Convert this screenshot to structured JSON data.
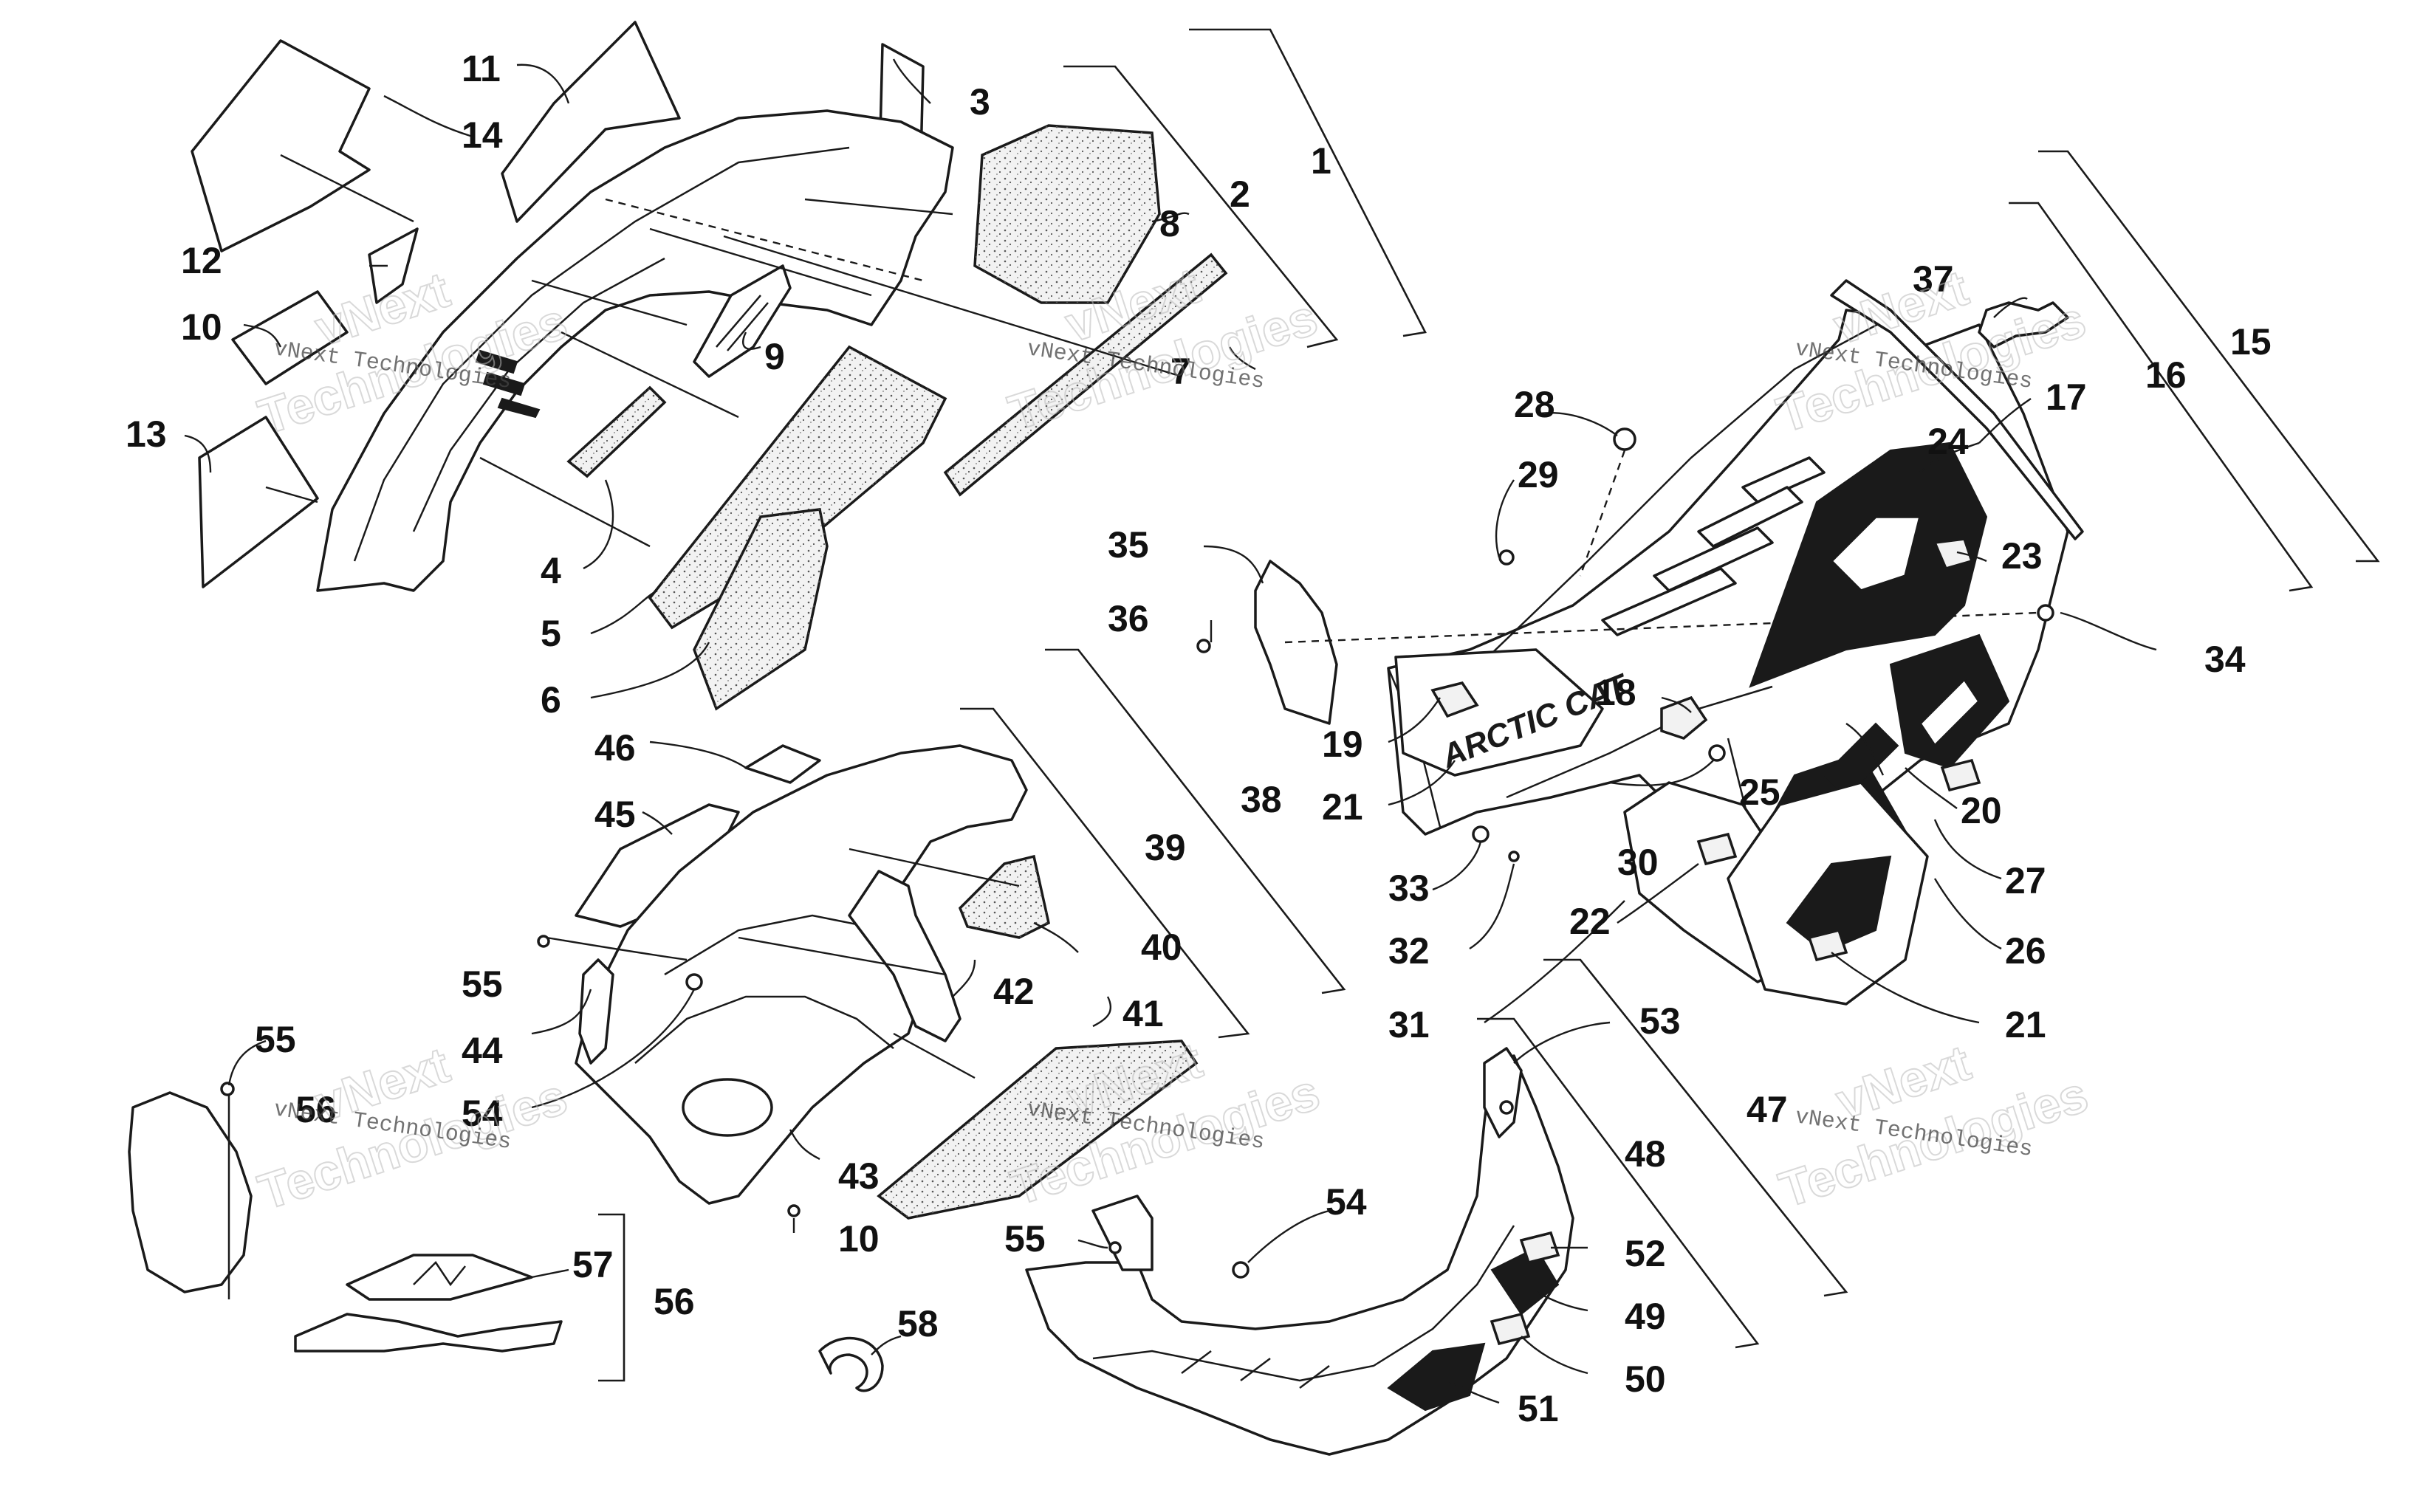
{
  "diagram": {
    "brand_mark": "ARCTIC CAT",
    "watermark": {
      "company": "vNext Technologies",
      "line1": "vNext",
      "line2": "Technologies"
    },
    "callouts": [
      {
        "id": "c1",
        "text": "1"
      },
      {
        "id": "c2",
        "text": "2"
      },
      {
        "id": "c3",
        "text": "3"
      },
      {
        "id": "c4",
        "text": "4"
      },
      {
        "id": "c5",
        "text": "5"
      },
      {
        "id": "c6",
        "text": "6"
      },
      {
        "id": "c7",
        "text": "7"
      },
      {
        "id": "c8",
        "text": "8"
      },
      {
        "id": "c9",
        "text": "9"
      },
      {
        "id": "c10a",
        "text": "10"
      },
      {
        "id": "c10b",
        "text": "10"
      },
      {
        "id": "c11",
        "text": "11"
      },
      {
        "id": "c12",
        "text": "12"
      },
      {
        "id": "c13",
        "text": "13"
      },
      {
        "id": "c14",
        "text": "14"
      },
      {
        "id": "c15",
        "text": "15"
      },
      {
        "id": "c16",
        "text": "16"
      },
      {
        "id": "c17",
        "text": "17"
      },
      {
        "id": "c18",
        "text": "18"
      },
      {
        "id": "c19",
        "text": "19"
      },
      {
        "id": "c20",
        "text": "20"
      },
      {
        "id": "c21a",
        "text": "21"
      },
      {
        "id": "c21b",
        "text": "21"
      },
      {
        "id": "c22",
        "text": "22"
      },
      {
        "id": "c23",
        "text": "23"
      },
      {
        "id": "c24",
        "text": "24"
      },
      {
        "id": "c25",
        "text": "25"
      },
      {
        "id": "c26",
        "text": "26"
      },
      {
        "id": "c27",
        "text": "27"
      },
      {
        "id": "c28",
        "text": "28"
      },
      {
        "id": "c29",
        "text": "29"
      },
      {
        "id": "c30",
        "text": "30"
      },
      {
        "id": "c31",
        "text": "31"
      },
      {
        "id": "c32",
        "text": "32"
      },
      {
        "id": "c33",
        "text": "33"
      },
      {
        "id": "c34",
        "text": "34"
      },
      {
        "id": "c35",
        "text": "35"
      },
      {
        "id": "c36",
        "text": "36"
      },
      {
        "id": "c37",
        "text": "37"
      },
      {
        "id": "c38",
        "text": "38"
      },
      {
        "id": "c39",
        "text": "39"
      },
      {
        "id": "c40",
        "text": "40"
      },
      {
        "id": "c41",
        "text": "41"
      },
      {
        "id": "c42",
        "text": "42"
      },
      {
        "id": "c43",
        "text": "43"
      },
      {
        "id": "c44",
        "text": "44"
      },
      {
        "id": "c45",
        "text": "45"
      },
      {
        "id": "c46",
        "text": "46"
      },
      {
        "id": "c47",
        "text": "47"
      },
      {
        "id": "c48",
        "text": "48"
      },
      {
        "id": "c49",
        "text": "49"
      },
      {
        "id": "c50",
        "text": "50"
      },
      {
        "id": "c51",
        "text": "51"
      },
      {
        "id": "c52",
        "text": "52"
      },
      {
        "id": "c53",
        "text": "53"
      },
      {
        "id": "c54a",
        "text": "54"
      },
      {
        "id": "c54b",
        "text": "54"
      },
      {
        "id": "c55a",
        "text": "55"
      },
      {
        "id": "c55b",
        "text": "55"
      },
      {
        "id": "c55c",
        "text": "55"
      },
      {
        "id": "c56a",
        "text": "56"
      },
      {
        "id": "c56b",
        "text": "56"
      },
      {
        "id": "c57",
        "text": "57"
      },
      {
        "id": "c58",
        "text": "58"
      }
    ]
  }
}
